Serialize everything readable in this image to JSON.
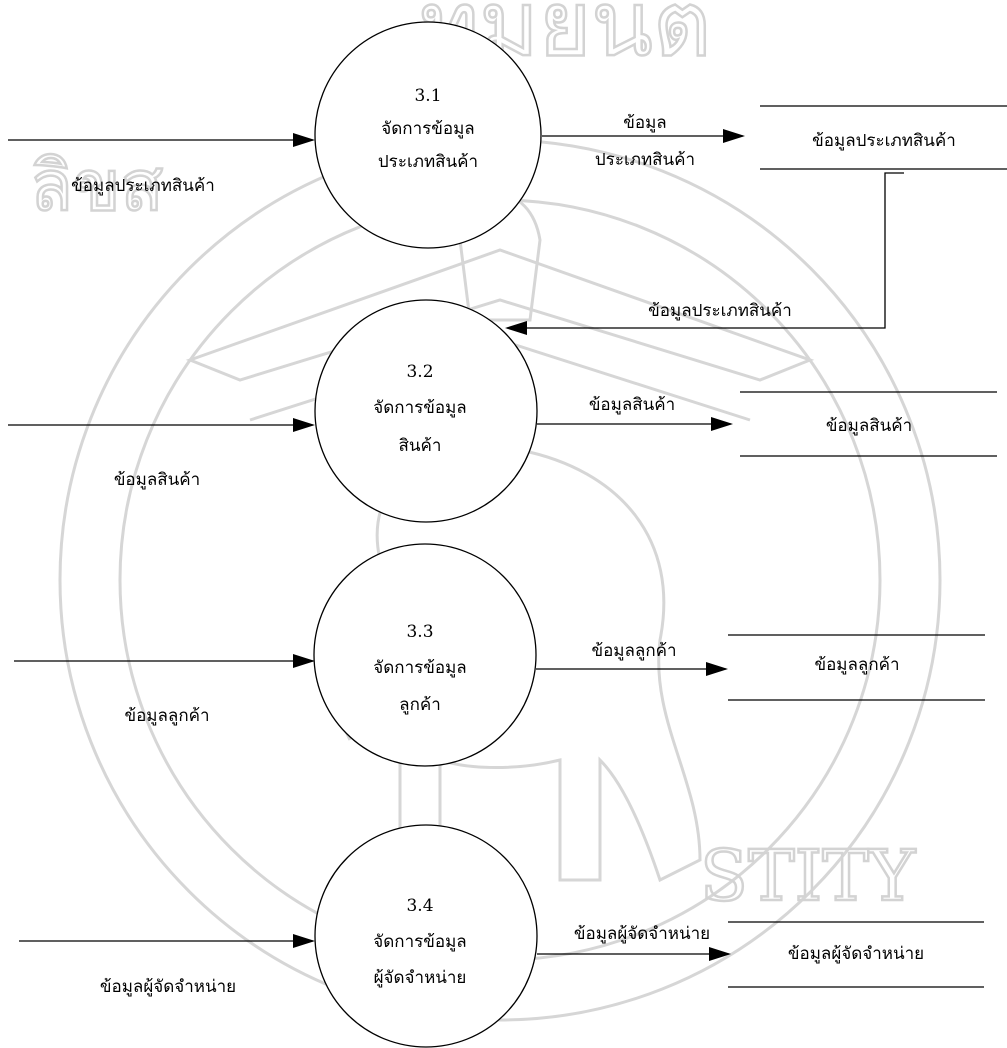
{
  "watermark": {
    "top_text": "ทมยนต",
    "left_text": "ลิขส",
    "bottom_text": "STITY"
  },
  "processes": [
    {
      "number": "3.1",
      "line1": "จัดการข้อมูล",
      "line2": "ประเภทสินค้า"
    },
    {
      "number": "3.2",
      "line1": "จัดการข้อมูล",
      "line2": "สินค้า"
    },
    {
      "number": "3.3",
      "line1": "จัดการข้อมูล",
      "line2": "ลูกค้า"
    },
    {
      "number": "3.4",
      "line1": "จัดการข้อมูล",
      "line2": "ผู้จัดจำหน่าย"
    }
  ],
  "inputs": [
    {
      "label": "ข้อมูลประเภทสินค้า"
    },
    {
      "label": "ข้อมูลสินค้า"
    },
    {
      "label": "ข้อมูลลูกค้า"
    },
    {
      "label": "ข้อมูลผู้จัดจำหน่าย"
    }
  ],
  "outputs": [
    {
      "line1": "ข้อมูล",
      "line2": "ประเภทสินค้า"
    },
    {
      "label": "ข้อมูลสินค้า"
    },
    {
      "label": "ข้อมูลลูกค้า"
    },
    {
      "label": "ข้อมูลผู้จัดจำหน่าย"
    }
  ],
  "stores": [
    {
      "label": "ข้อมูลประเภทสินค้า"
    },
    {
      "label": "ข้อมูลสินค้า"
    },
    {
      "label": "ข้อมูลลูกค้า"
    },
    {
      "label": "ข้อมูลผู้จัดจำหน่าย"
    }
  ],
  "feedback": {
    "label": "ข้อมูลประเภทสินค้า"
  }
}
